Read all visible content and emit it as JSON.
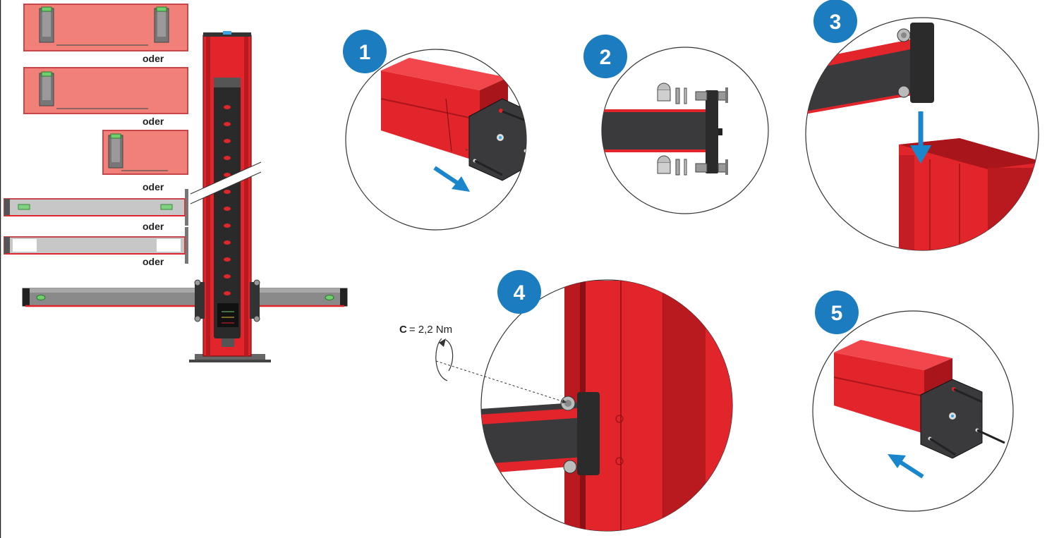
{
  "overview": {
    "oder_labels": [
      "oder",
      "oder",
      "oder",
      "oder",
      "oder"
    ]
  },
  "steps": [
    {
      "number": "1"
    },
    {
      "number": "2"
    },
    {
      "number": "3"
    },
    {
      "number": "4"
    },
    {
      "number": "5"
    }
  ],
  "torque": {
    "symbol": "C",
    "value": "= 2,2 Nm"
  },
  "colors": {
    "profile_red": "#e2242b",
    "profile_dark_red": "#a8161c",
    "panel_pink": "#f08078",
    "plate_black": "#3a3a3c",
    "step_blue": "#1b7cc0",
    "arrow_blue": "#1a86cc"
  },
  "icons": [
    "rotation-arrow-icon",
    "direction-arrow-icon",
    "level-icon",
    "nut-icon",
    "washer-icon",
    "bolt-icon"
  ]
}
